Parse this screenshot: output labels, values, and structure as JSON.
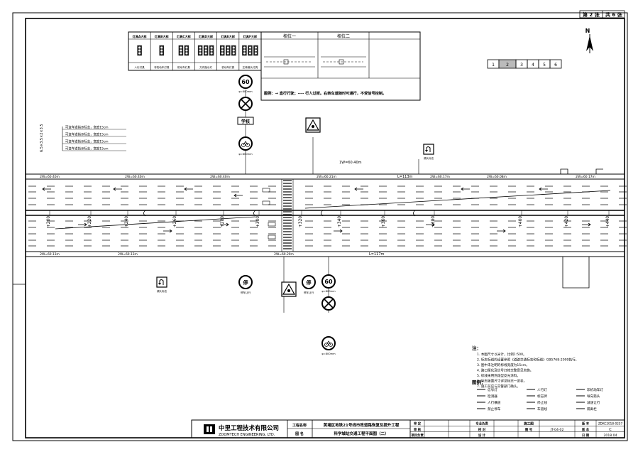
{
  "sheet": {
    "page_label": "第 2 张",
    "total_label": "共 6 张"
  },
  "north": {
    "label": "N"
  },
  "key_plan": {
    "cells": [
      "1",
      "2",
      "3",
      "4",
      "5",
      "6"
    ],
    "highlight_index": 1
  },
  "signal_table": {
    "headers": [
      "灯具A大样",
      "灯具B大样",
      "灯具C大样",
      "灯具D大样",
      "灯具E大样",
      "灯具F大样"
    ],
    "captions": [
      "人行灯具",
      "非机动车灯具",
      "机动车灯具",
      "方向指示灯",
      "机动车灯具",
      "左转箭头灯具"
    ]
  },
  "phase_table": {
    "headers": [
      "相位一",
      "相位二"
    ],
    "note": "图例：→ 直行行驶；---- 行人过街。右转车道随时可通行，不受信号控制。"
  },
  "left_notes": [
    "可变车道指示标志，宽度15cm",
    "可变车道指示标志，宽度15cm",
    "可变车道指示标志，宽度15cm",
    "可变车道指示标志，宽度15cm"
  ],
  "side_note": "6.5×3.5×2×3.5",
  "signs": {
    "speed_limit": "60",
    "stop": "停",
    "school": "学校",
    "sign_caption": "φ=800mm",
    "stop_caption": "停车让行",
    "turn_caption": "调头标志"
  },
  "road": {
    "stations": [
      "+200",
      "+220",
      "+240",
      "+260",
      "+280",
      "+300",
      "+320",
      "+340",
      "+360",
      "+380",
      "+400",
      "+420",
      "+440",
      "+460"
    ],
    "widths_top": [
      "2W=60.40m",
      "2W=60.40m",
      "2W=60.40m",
      "2W=60.21m",
      "2W=60.17m",
      "2W=60.08m",
      "2W=60.17m"
    ],
    "widths_bottom": [
      "2W=60.13m",
      "2W=60.13m",
      "2W=60.20m"
    ],
    "dim_top": "L=113m",
    "dim_bottom": "L=117m",
    "dim_mid": "1W=60.40m"
  },
  "notes": {
    "title": "注：",
    "lines": [
      "1. 本图尺寸以米计，比例1:500。",
      "2. 标志标线的设置参照《道路交通标志和标线》GB5768-2009执行。",
      "3. 图中未注明的标线宽度为15cm。",
      "4. 路口渠化及信号灯按交警意见实施。",
      "5. 标线采用热熔型反光涂料。",
      "6. 标志版面尺寸详见标志一览表。",
      "7. 施工前应与交警部门确认。"
    ]
  },
  "legend": {
    "title": "图例：",
    "items": [
      "信号灯",
      "人行灯",
      "非机动车灯",
      "检测器",
      "标志牌",
      "导向箭头",
      "人行横道",
      "停止线",
      "减速让行",
      "禁止停车",
      "车道线",
      "隔离栏"
    ]
  },
  "title_block": {
    "company_cn": "中里工程技术有限公司",
    "company_en": "ZOOMTECH ENGINEERING, LTD.",
    "project_label": "工程名称",
    "project_name": "黄埔区地铁21号线市政道路恢复及提升工程",
    "drawing_label": "图 名",
    "drawing_name": "科学城站交通工程平面图（二）",
    "role_labels": [
      "审 定",
      "审 核",
      "项目负责"
    ],
    "roles": [
      "专业负责",
      "校 对",
      "设 计"
    ],
    "stage_label": "施工图",
    "drawing_no_label": "图 号",
    "drawing_no": "JT-04-02",
    "version_label": "版 本",
    "version": "C",
    "job_no": "ZDKC2018-0257",
    "date_label": "日 期",
    "date": "2018.04"
  }
}
